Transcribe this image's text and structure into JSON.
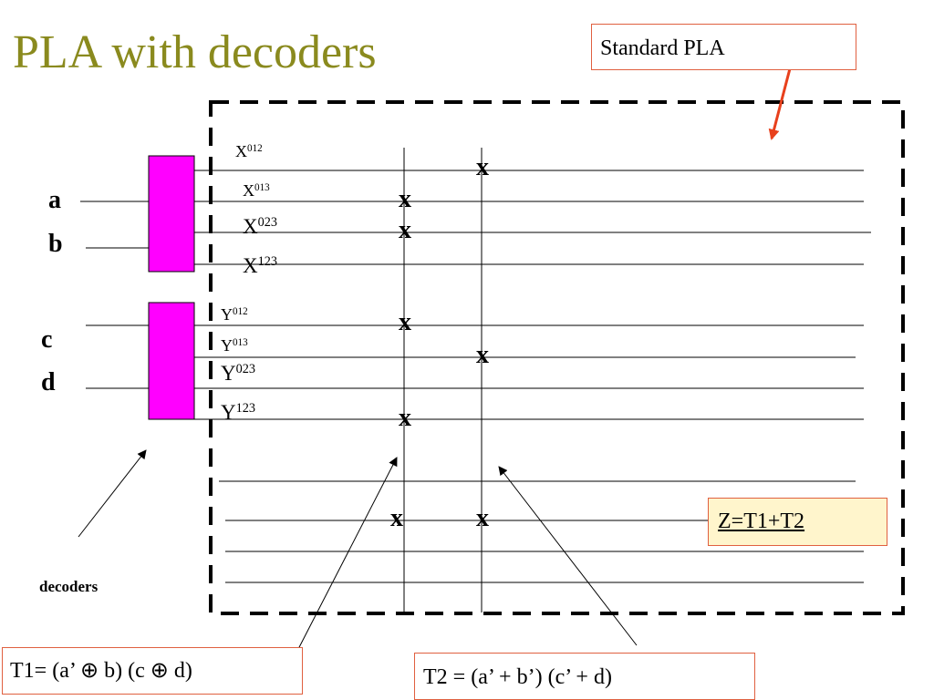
{
  "title": "PLA with decoders",
  "callouts": {
    "standard_pla": "Standard PLA",
    "z_eq": "Z=T1+T2",
    "t1": "T1= (a’ ⊕ b) (c ⊕ d)",
    "t2": "T2 = (a’ + b’) (c’ +  d)",
    "decoders": "decoders"
  },
  "inputs": [
    "a",
    "b",
    "c",
    "d"
  ],
  "x_lines": [
    {
      "base": "X",
      "sup": "012"
    },
    {
      "base": "X",
      "sup": "013"
    },
    {
      "base": "X",
      "sup": "023"
    },
    {
      "base": "X",
      "sup": "123"
    }
  ],
  "y_lines": [
    {
      "base": "Y",
      "sup": "012"
    },
    {
      "base": "Y",
      "sup": "013"
    },
    {
      "base": "Y",
      "sup": "023"
    },
    {
      "base": "Y",
      "sup": "123"
    }
  ],
  "cross_mark": "x",
  "colors": {
    "title": "#8a8a1e",
    "decoder_fill": "#ff00ff",
    "box_border": "#e06040",
    "arrow_red": "#e8401c",
    "z_fill": "#fff5cc"
  }
}
